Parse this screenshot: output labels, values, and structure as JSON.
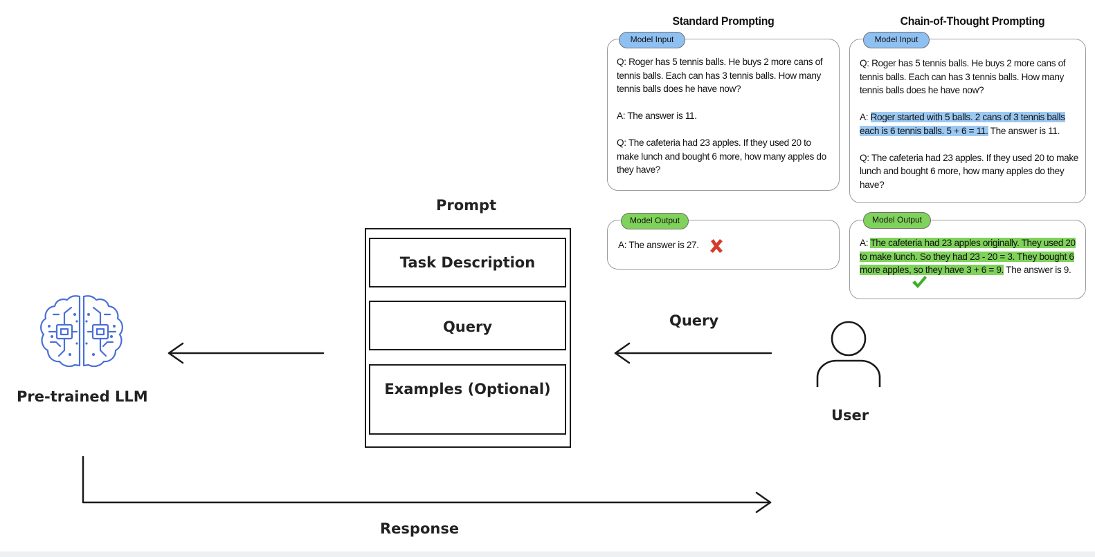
{
  "standard": {
    "title": "Standard Prompting",
    "input_label": "Model Input",
    "input_q1": "Q: Roger has 5 tennis balls. He buys 2 more cans of tennis balls. Each can has 3 tennis balls. How many tennis balls does he have now?",
    "input_a1": "A: The answer is 11.",
    "input_q2": "Q: The cafeteria had 23 apples. If they used 20 to make lunch and bought 6 more, how many apples do they have?",
    "output_label": "Model Output",
    "output_text": "A: The answer is 27.",
    "output_icon": "red-cross-icon"
  },
  "cot": {
    "title": "Chain-of-Thought Prompting",
    "input_label": "Model Input",
    "input_q1": "Q: Roger has 5 tennis balls. He buys 2 more cans of tennis balls. Each can has 3 tennis balls. How many tennis balls does he have now?",
    "input_a1_prefix": "A: ",
    "input_a1_reasoning": "Roger started with 5 balls. 2 cans of 3 tennis balls each is 6 tennis balls. 5 + 6 = 11.",
    "input_a1_suffix": " The answer is 11.",
    "input_q2": "Q: The cafeteria had 23 apples. If they used 20 to make lunch and bought 6 more, how many apples do they have?",
    "output_label": "Model Output",
    "output_prefix": "A: ",
    "output_reasoning": "The cafeteria had 23 apples originally. They used 20 to make lunch. So they had 23 - 20 = 3. They bought 6 more apples, so they have 3 + 6 = 9.",
    "output_suffix": " The answer is 9.",
    "output_icon": "green-check-icon"
  },
  "diagram": {
    "prompt_title": "Prompt",
    "prompt_sections": [
      "Task Description",
      "Query",
      "Examples (Optional)"
    ],
    "llm_label": "Pre-trained LLM",
    "user_label": "User",
    "query_arrow_label": "Query",
    "response_label": "Response"
  },
  "colors": {
    "model_input_pill": "#8fc0f2",
    "model_output_pill": "#7fd25a",
    "reasoning_highlight_input": "#9cc9f2",
    "reasoning_highlight_output": "#7fd25a",
    "brain_icon": "#4a6fd8",
    "cross": "#d63a2a",
    "check": "#3fae2a"
  }
}
